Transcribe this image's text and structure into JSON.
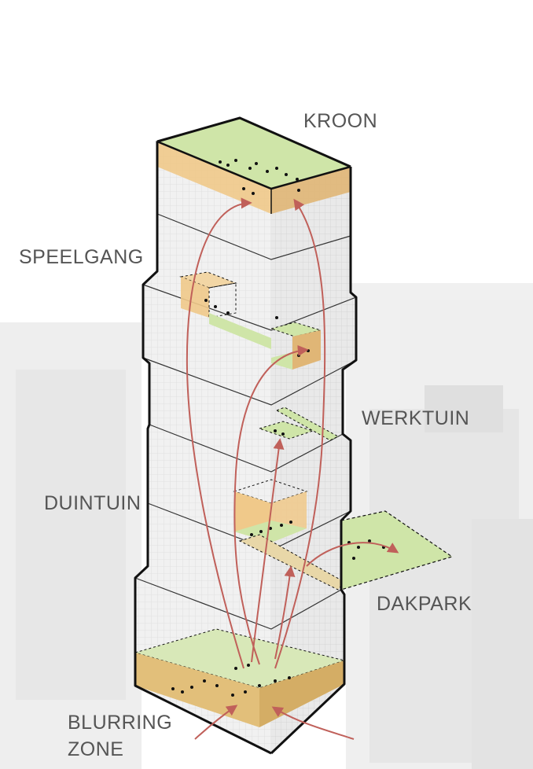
{
  "labels": {
    "kroon": "KROON",
    "speelgang": "SPEELGANG",
    "werktuin": "WERKTUIN",
    "duintuin": "DUINTUIN",
    "dakpark": "DAKPARK",
    "blurring_line1": "BLURRING",
    "blurring_line2": "ZONE"
  },
  "colors": {
    "green_zone": "#cfe5a8",
    "orange_zone": "#f0c98a",
    "arrow": "#c0605a",
    "outline": "#111111",
    "facade": "#f2f2f2",
    "background_city": "#e6e6e6"
  }
}
